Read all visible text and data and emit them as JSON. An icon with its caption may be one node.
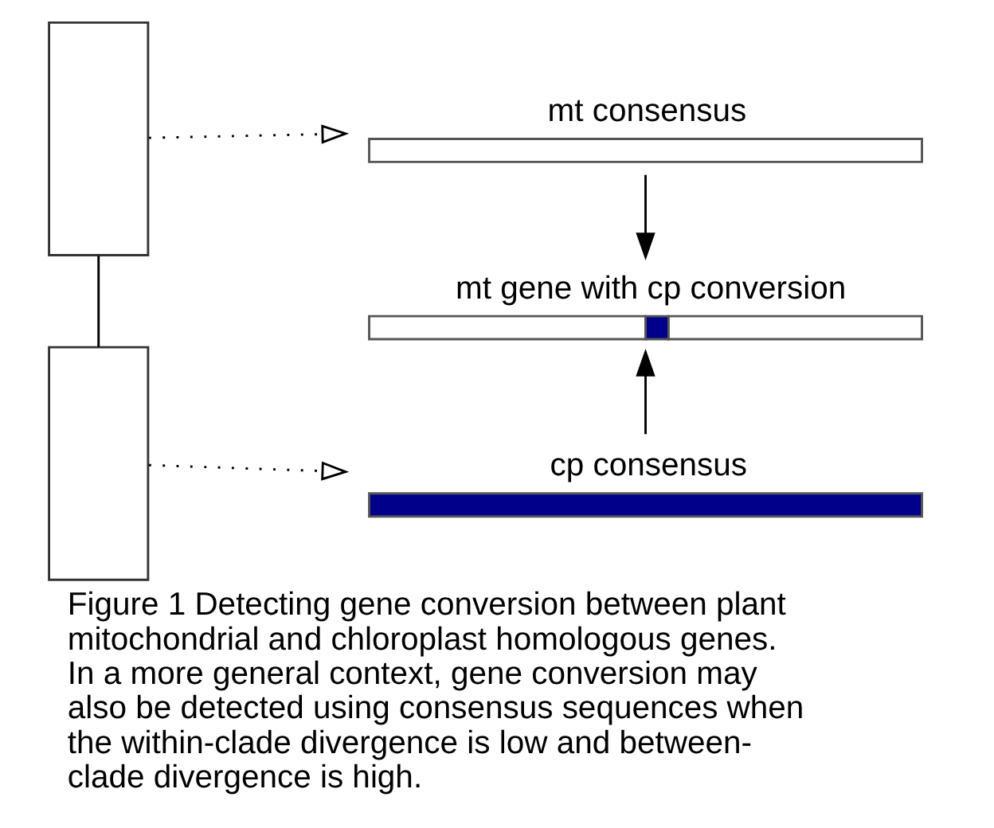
{
  "diagram": {
    "caption": "Figure 1 Detecting gene conversion between plant mitochondrial and chloroplast homologous genes. In a more general context, gene conversion may also be detected using consensus sequences when the within-clade divergence is low and between-clade divergence is high.",
    "nodes": [
      {
        "text": [],
        "shape": "box"
      },
      {
        "text": [],
        "shape": "box"
      },
      {
        "text": [
          "mt consensus"
        ]
      },
      {
        "text": [
          "mt gene with cp conversion"
        ]
      },
      {
        "text": [
          "cp consensus"
        ]
      }
    ],
    "edges": [
      {
        "from": 0,
        "to": 1,
        "arrow": "none"
      },
      {
        "from": 0,
        "to": 2,
        "arrow": "to",
        "style": "dashed"
      },
      {
        "from": 2,
        "to": 3,
        "arrow": "to"
      },
      {
        "from": 4,
        "to": 3,
        "arrow": "to"
      },
      {
        "from": 1,
        "to": 4,
        "arrow": "to",
        "style": "dashed"
      }
    ]
  }
}
